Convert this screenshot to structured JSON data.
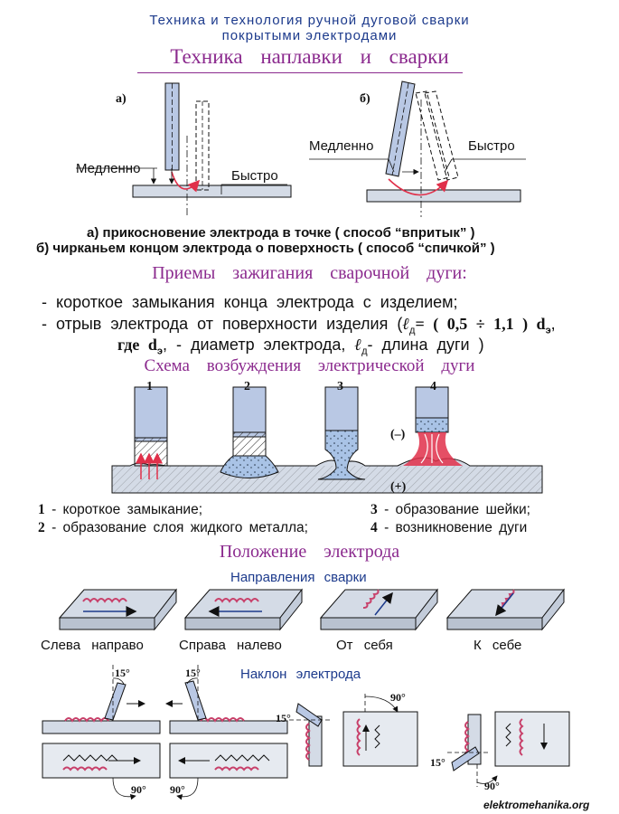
{
  "header": {
    "line1": "Техника и технология ручной дуговой сварки",
    "line2": "покрытыми электродами"
  },
  "section1": {
    "title": "Техника наплавки и сварки",
    "fig_a": {
      "tag": "а)",
      "slow": "Медленно",
      "fast": "Быстро"
    },
    "fig_b": {
      "tag": "б)",
      "slow": "Медленно",
      "fast": "Быстро"
    },
    "caption_a": "а)  прикосновение электрода в точке ( способ “впритык” )",
    "caption_b": "б)  чирканьем концом электрода о поверхность ( способ “спичкой” )"
  },
  "section2": {
    "title": "Приемы зажигания сварочной дуги:",
    "item1": "- короткое замыкания конца электрода с изделием;",
    "item2_start": "- отрыв электрода от поверхности изделия (",
    "item2_ld": "ℓ",
    "item2_ld_sub": "д",
    "item2_formula": "= ( 0,5 ÷ 1,1 ) d",
    "item2_de_sub": "э",
    "item2_end": ",",
    "item3_start": "где  d",
    "item3_de_sub": "э",
    "item3_mid": ", - диаметр электрода,",
    "item3_ld": "ℓ",
    "item3_ld_sub": "д",
    "item3_end": "- длина дуги )"
  },
  "section3": {
    "title": "Схема возбуждения электрической дуги",
    "stages": [
      "1",
      "2",
      "3",
      "4"
    ],
    "minus": "(–)",
    "plus": "(+)",
    "legend": {
      "n1": "1",
      "t1": "- короткое замыкание;",
      "n2": "2",
      "t2": "- образование слоя жидкого металла;",
      "n3": "3",
      "t3": "- образование шейки;",
      "n4": "4",
      "t4": "- возникновение дуги"
    }
  },
  "section4": {
    "title": "Положение электрода",
    "directions_title": "Направления сварки",
    "directions": [
      "Слева направо",
      "Справа налево",
      "От себя",
      "К себе"
    ],
    "tilt_title": "Наклон электрода",
    "angles": {
      "a15": "15°",
      "a90": "90°"
    }
  },
  "watermark": "elektromehanika.org",
  "colors": {
    "header": "#1c3a8c",
    "section": "#8b2a8e",
    "steel": "#d4dbe6",
    "electrode": "#b9c8e4",
    "arc": "#e0304a",
    "seam": "#c8406a",
    "liquid": "#a9c3e6"
  }
}
